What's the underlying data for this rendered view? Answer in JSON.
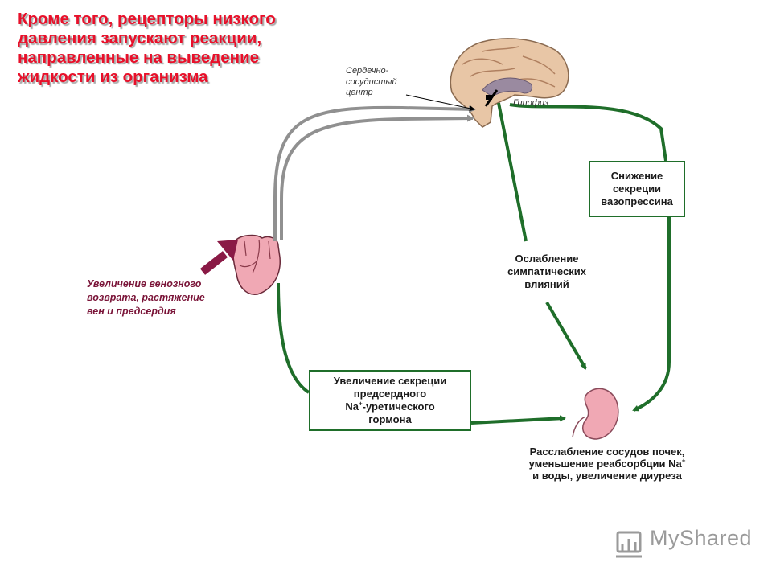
{
  "title": "Кроме того, рецепторы низкого давления запускают реакции, направленные на выведение жидкости из организма",
  "labels": {
    "cardio_center_1": "Сердечно-",
    "cardio_center_2": "сосудистый",
    "cardio_center_3": "центр",
    "pituitary": "Гипофиз",
    "venous_return_1": "Увеличение венозного",
    "venous_return_2": "возврата, растяжение",
    "venous_return_3": "вен и предсердия",
    "sympathetic_1": "Ослабление",
    "sympathetic_2": "симпатических",
    "sympathetic_3": "влияний",
    "kidney_1": "Расслабление сосудов почек,",
    "kidney_2a": "уменьшение реабсорбции Na",
    "kidney_2sup": "+",
    "kidney_3": "и воды, увеличение диуреза"
  },
  "boxes": {
    "vasopressin_1": "Снижение",
    "vasopressin_2": "секреции",
    "vasopressin_3": "вазопрессина",
    "anp_1": "Увеличение секреции",
    "anp_2": "предсердного",
    "anp_3a": "Na",
    "anp_3sup": "+",
    "anp_3b": "-уретического",
    "anp_4": "гормона"
  },
  "watermark": {
    "text": "MyShared"
  },
  "colors": {
    "title": "#e8102a",
    "green_arrow": "#1f6e2a",
    "grey_arrow": "#909090",
    "input_arrow": "#8a1a46",
    "organ": "#f0a8b4",
    "brain": "#e8c6a6"
  },
  "icons": [
    "brain-icon",
    "heart-icon",
    "kidney-icon",
    "projector-icon"
  ]
}
